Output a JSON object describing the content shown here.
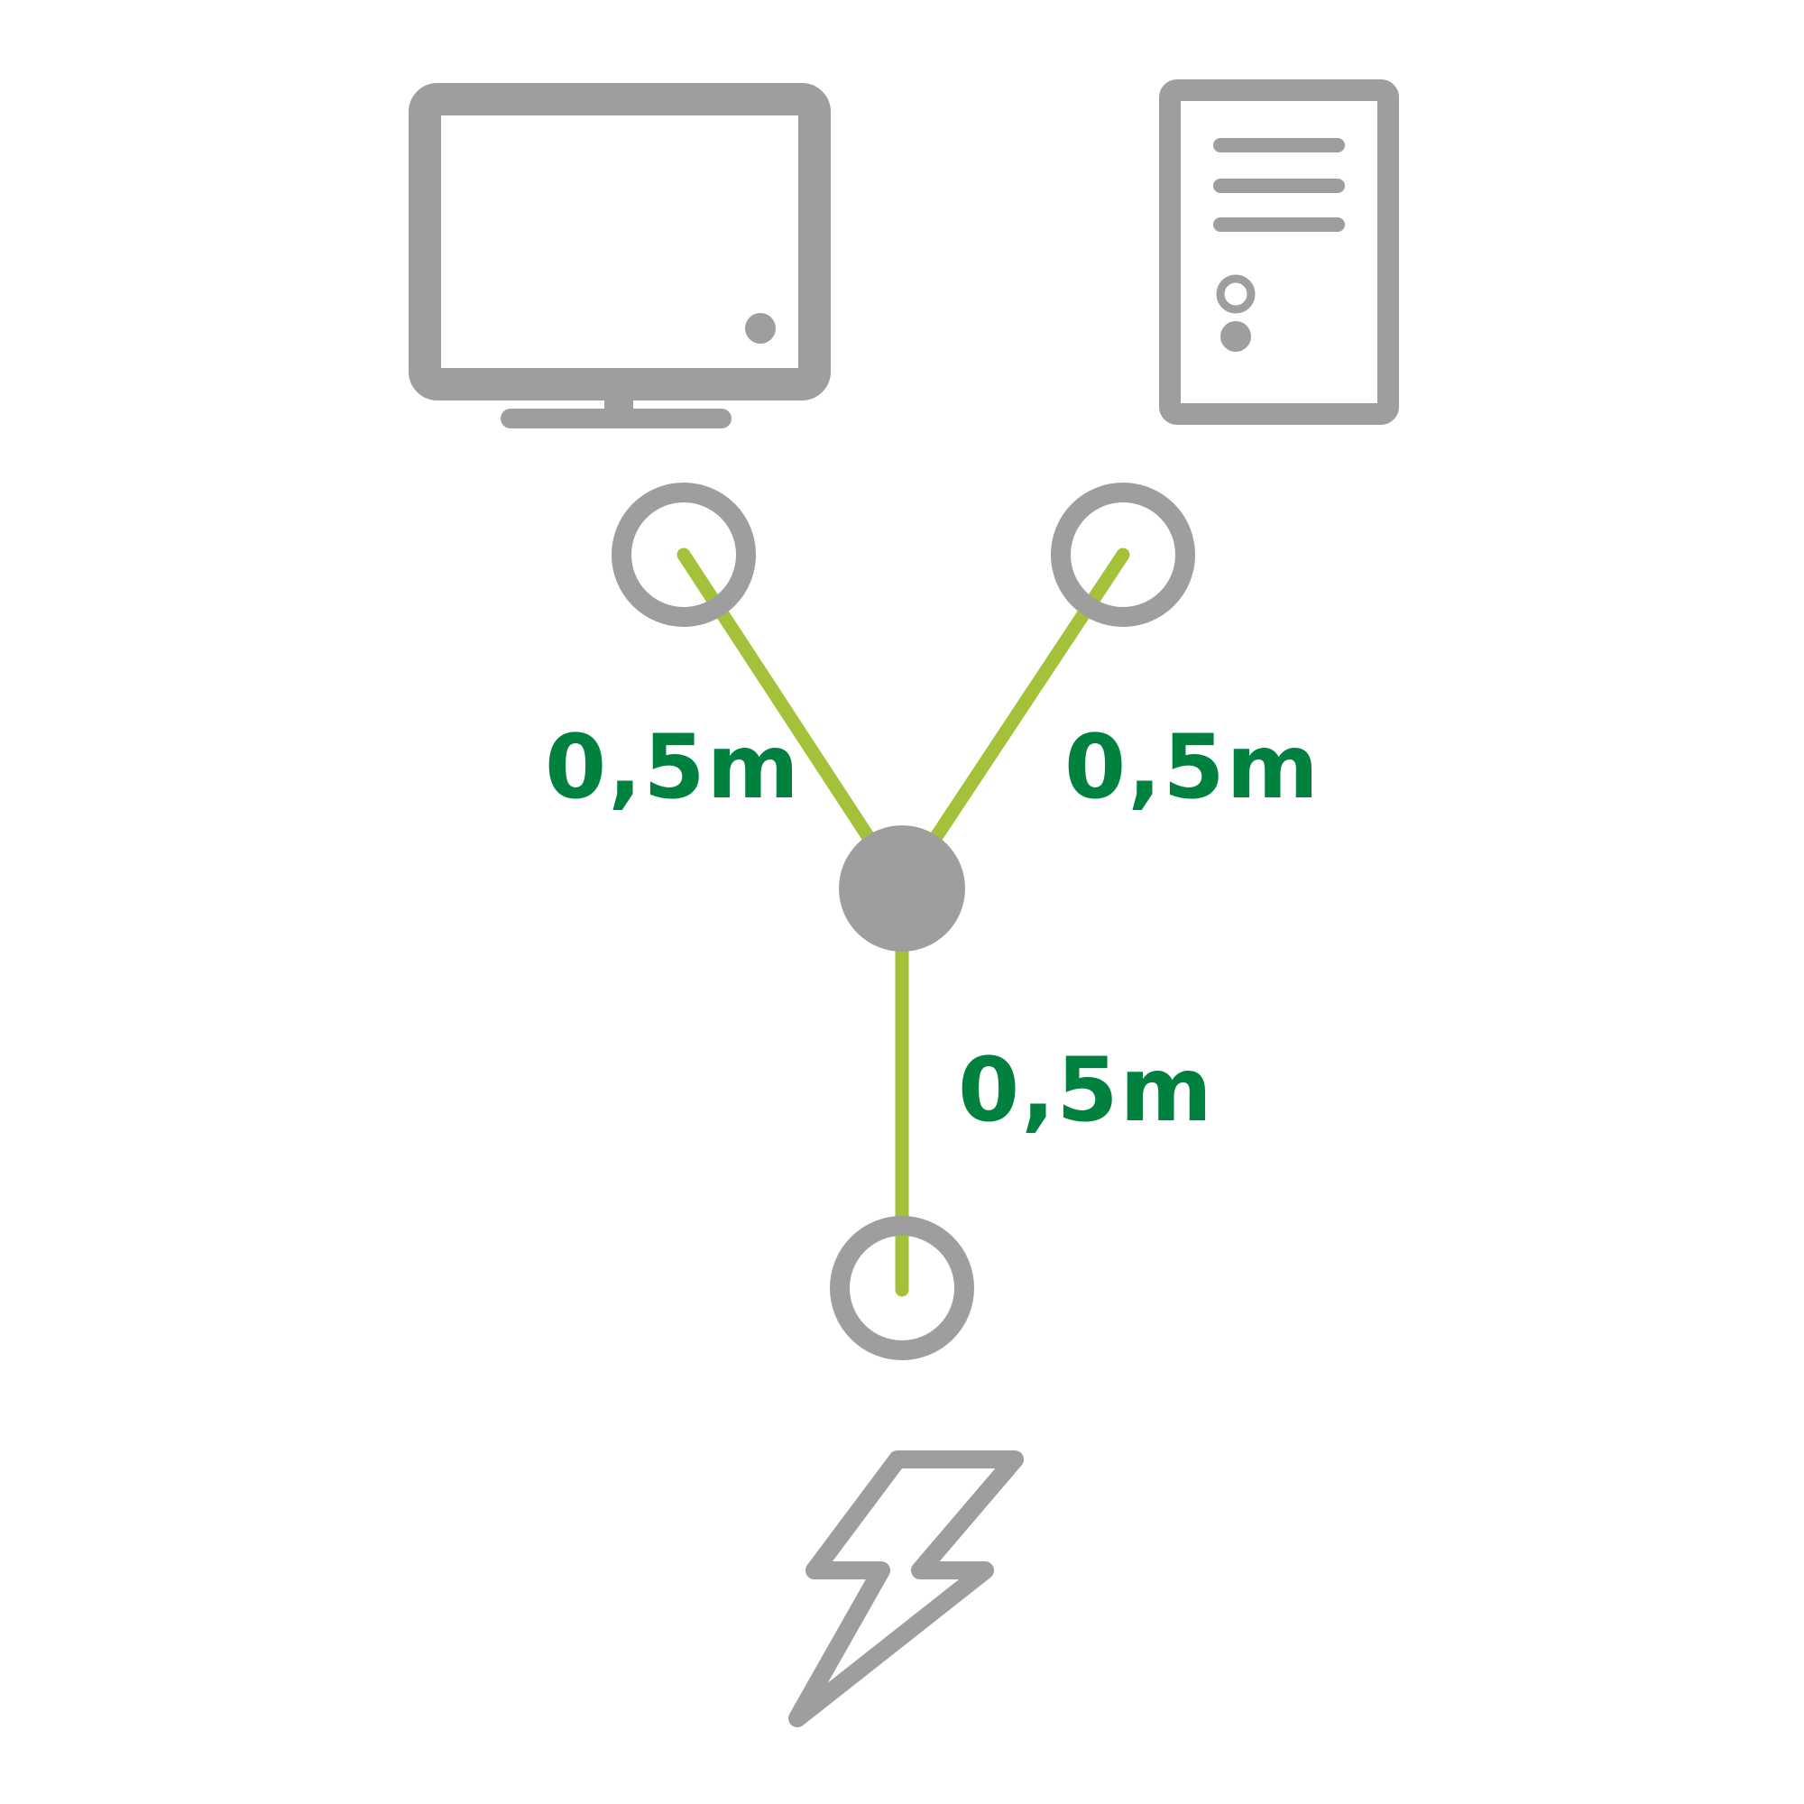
{
  "colors": {
    "icon_gray": "#9e9e9e",
    "cable_green": "#a3c23a",
    "label_green": "#00813f",
    "background": "#ffffff"
  },
  "icons": {
    "monitor": "monitor-icon",
    "pc_tower": "pc-tower-icon",
    "power": "lightning-bolt-icon"
  },
  "cables": {
    "monitor_branch": {
      "length_label": "0,5m"
    },
    "pc_branch": {
      "length_label": "0,5m"
    },
    "power_branch": {
      "length_label": "0,5m"
    }
  }
}
